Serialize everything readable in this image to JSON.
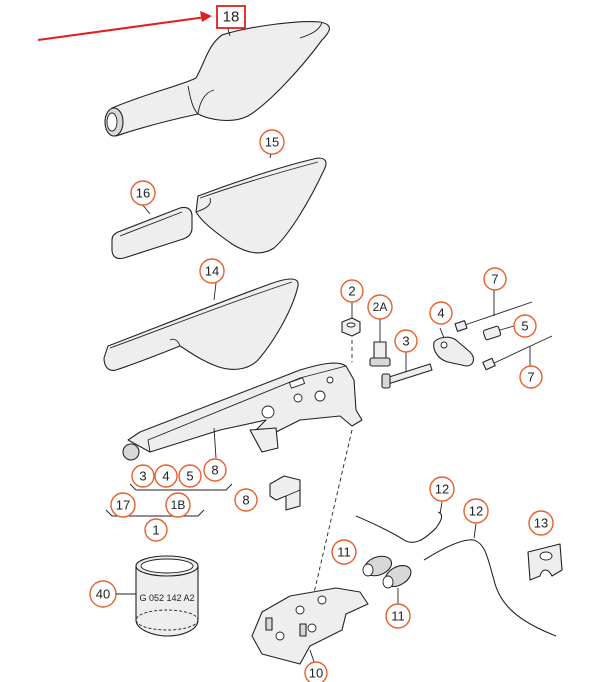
{
  "callouts": {
    "c18": "18",
    "c15": "15",
    "c16": "16",
    "c14": "14",
    "c2": "2",
    "c2a": "2A",
    "c3": "3",
    "c4": "4",
    "c7a": "7",
    "c5": "5",
    "c7b": "7",
    "c3b": "3",
    "c4b": "4",
    "c5b": "5",
    "c8a": "8",
    "c17": "17",
    "c1b": "1B",
    "c1": "1",
    "c8b": "8",
    "c12a": "12",
    "c12b": "12",
    "c13": "13",
    "c11a": "11",
    "c11b": "11",
    "c40": "40",
    "c10": "10"
  },
  "labels": {
    "sleeve_text": "G  052  142  A2"
  },
  "colors": {
    "callout_stroke": "#e8602c",
    "highlight_red": "#e0201c",
    "line": "#222222"
  }
}
